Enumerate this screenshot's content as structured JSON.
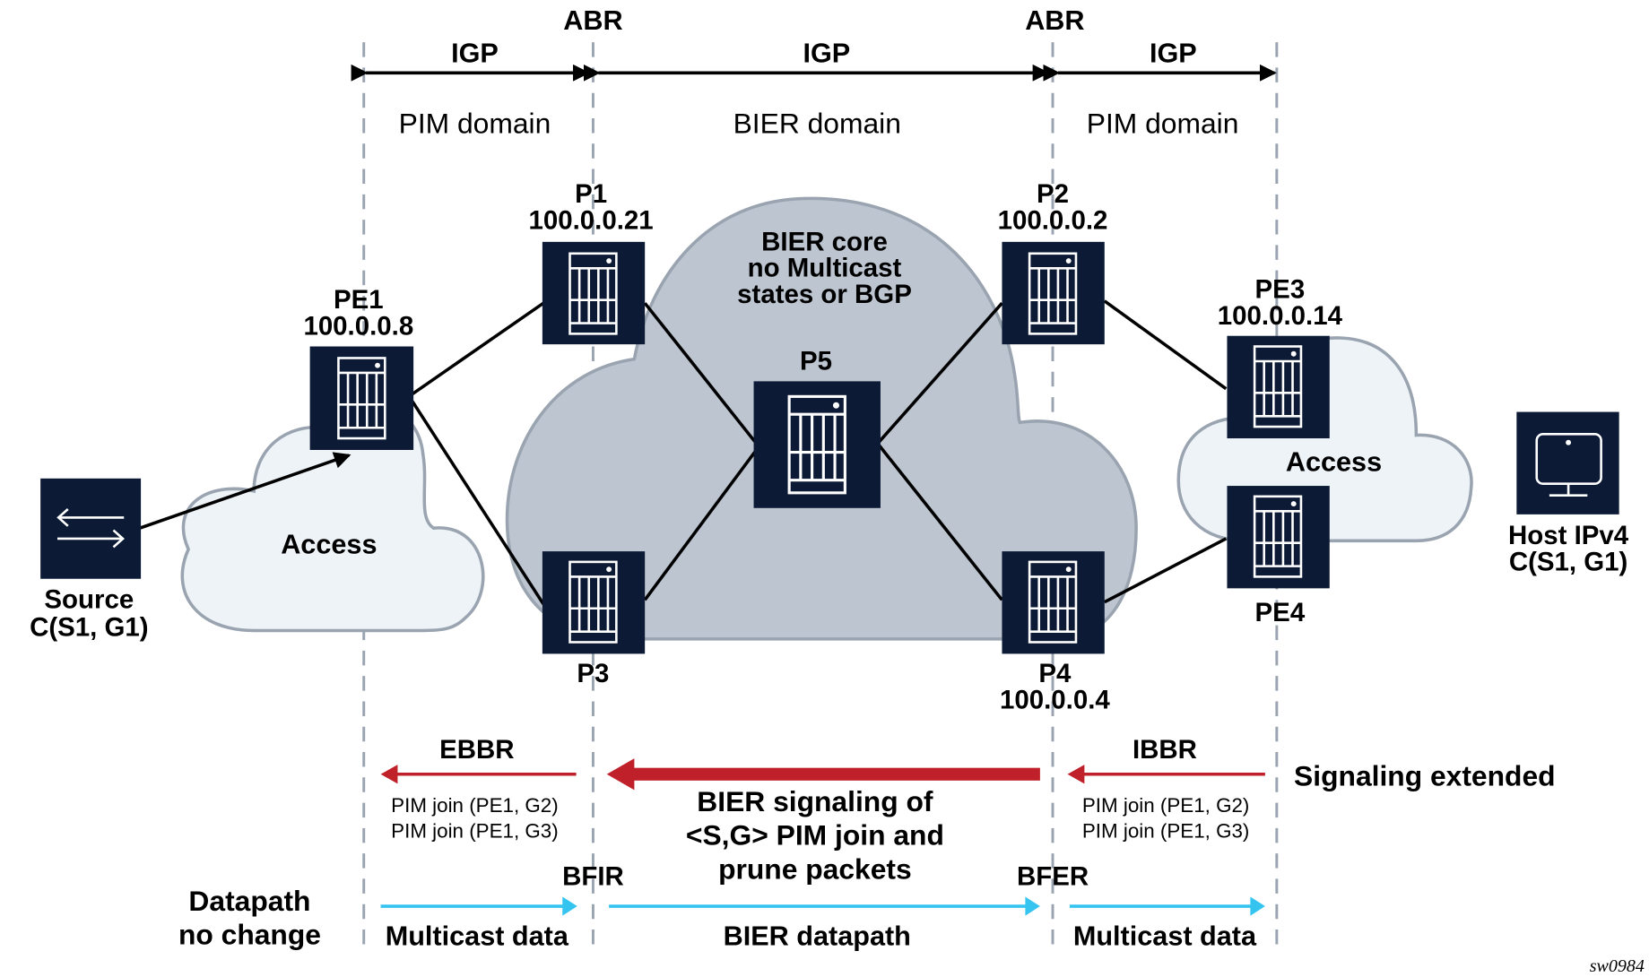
{
  "figure_id": "sw0984",
  "colors": {
    "node": "#0c1a36",
    "core_cloud": "#bcc5d0",
    "access_cloud": "#eef3f8",
    "boundary": "#9aa4b0",
    "signaling_arrow": "#c0202a",
    "datapath_arrow": "#35c4f0"
  },
  "boundaries": {
    "abr_left": "ABR",
    "abr_right": "ABR"
  },
  "domains": [
    {
      "protocol": "IGP",
      "name": "PIM domain"
    },
    {
      "protocol": "IGP",
      "name": "BIER domain"
    },
    {
      "protocol": "IGP",
      "name": "PIM domain"
    }
  ],
  "clouds": {
    "core": [
      "BIER core",
      "no Multicast",
      "states or BGP"
    ],
    "access_left": "Access",
    "access_right": "Access"
  },
  "nodes": {
    "source": {
      "name": "Source",
      "sub": "C(S1, G1)",
      "icon": "switch-icon"
    },
    "pe1": {
      "name": "PE1",
      "ip": "100.0.0.8",
      "icon": "router-icon"
    },
    "p1": {
      "name": "P1",
      "ip": "100.0.0.21",
      "icon": "router-icon"
    },
    "p2": {
      "name": "P2",
      "ip": "100.0.0.2",
      "icon": "router-icon"
    },
    "p3": {
      "name": "P3",
      "icon": "router-icon"
    },
    "p4": {
      "name": "P4",
      "ip": "100.0.0.4",
      "icon": "router-icon"
    },
    "p5": {
      "name": "P5",
      "icon": "router-icon"
    },
    "pe3": {
      "name": "PE3",
      "ip": "100.0.0.14",
      "icon": "router-icon"
    },
    "pe4": {
      "name": "PE4",
      "icon": "router-icon"
    },
    "host": {
      "name": "Host IPv4",
      "sub": "C(S1, G1)",
      "icon": "monitor-icon"
    }
  },
  "signaling": {
    "ebbr": "EBBR",
    "ibbr": "IBBR",
    "left_joins": [
      "PIM join (PE1, G2)",
      "PIM join (PE1, G3)"
    ],
    "right_joins": [
      "PIM join (PE1, G2)",
      "PIM join (PE1, G3)"
    ],
    "center": [
      "BIER signaling of",
      "<S,G> PIM join and",
      "prune packets"
    ],
    "side_label": "Signaling extended"
  },
  "datapath": {
    "bfir": "BFIR",
    "bfer": "BFER",
    "side_label": [
      "Datapath",
      "no change"
    ],
    "segments": [
      "Multicast data",
      "BIER datapath",
      "Multicast data"
    ]
  }
}
